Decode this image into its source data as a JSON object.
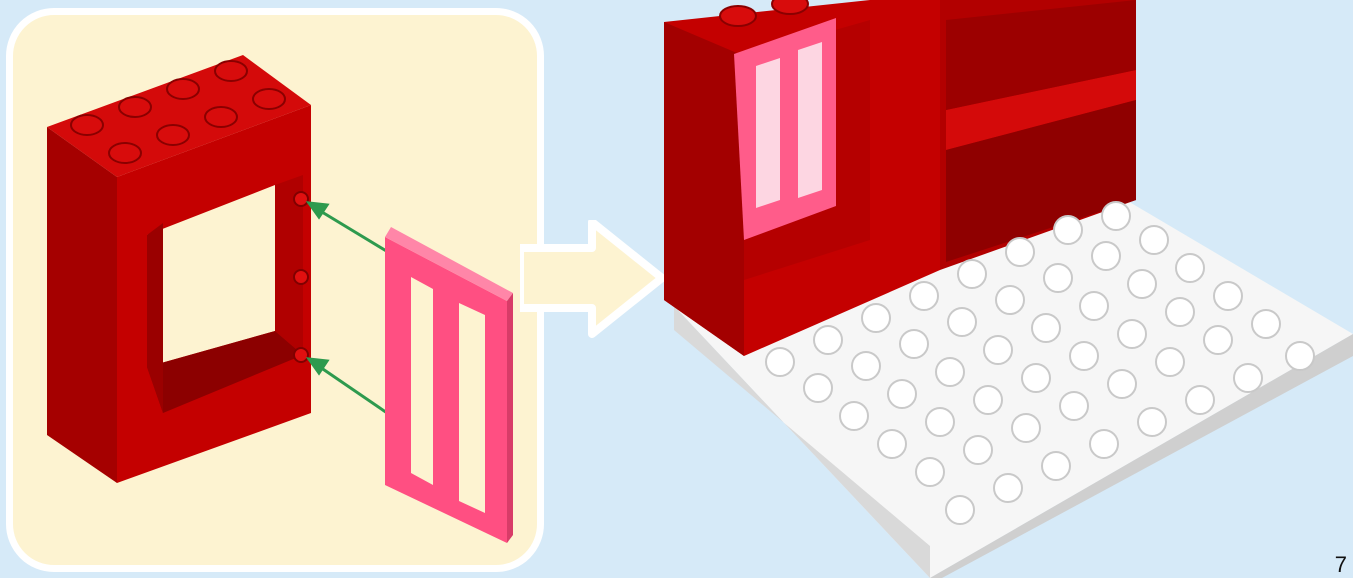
{
  "page": {
    "page_number": "7"
  },
  "colors": {
    "background": "#d6eaf8",
    "callout_background": "#fdf3d1",
    "brick_red": "#c40000",
    "gate_pink": "#ff5c8a",
    "base_plate_white": "#f2f2f2",
    "assembly_arrow_green": "#2e9a4e"
  },
  "illustration": {
    "callout_parts": [
      "red-door-frame-brick",
      "pink-gate"
    ],
    "assembly_arrows": 2,
    "result_parts": [
      "red-wall-with-gate",
      "red-shelf-wall",
      "white-base-plate"
    ]
  }
}
